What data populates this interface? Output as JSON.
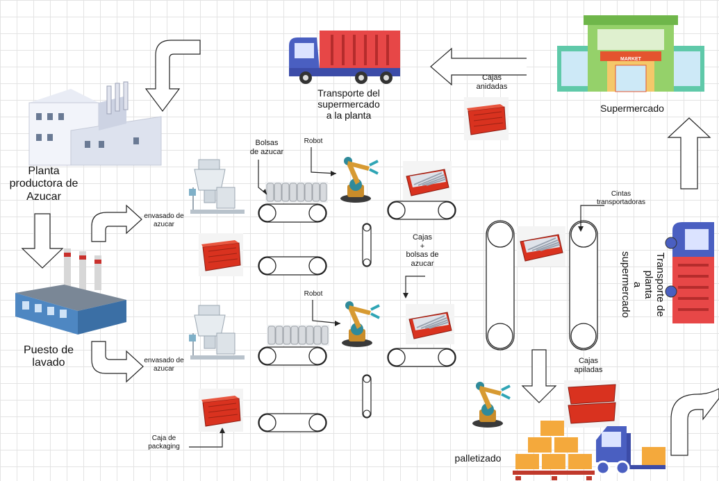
{
  "labels": {
    "planta": "Planta\nproductora de\nAzucar",
    "puesto": "Puesto de\nlavado",
    "envasado_top": "envasado de\nazucar",
    "envasado_bottom": "envasado de\nazucar",
    "bolsas": "Bolsas\nde azucar",
    "robot_top": "Robot",
    "robot_bottom": "Robot",
    "cajas_bolsas": "Cajas\n+\nbolsas de\nazucar",
    "cintas": "Cintas\ntransportadoras",
    "cajas_anidadas": "Cajas\nanidadas",
    "transporte_super_planta": "Transporte del\nsupermercado\na la planta",
    "supermercado": "Supermercado",
    "market_sign": "MARKET",
    "transporte_planta_super": "Transporte de\nplanta\na\nsupermercado",
    "cajas_apiladas": "Cajas\napiladas",
    "palletizado": "palletizado",
    "caja_packaging": "Caja de\npackaging"
  },
  "colors": {
    "crate_red": "#d9321f",
    "truck_blue": "#4a5fc1",
    "pallet_orange": "#f4a93c"
  },
  "icons": [
    "factory-icon",
    "wash-plant-icon",
    "hopper-machine-icon",
    "robot-arm-icon",
    "crate-icon",
    "truck-icon",
    "supermarket-icon",
    "forklift-icon",
    "pallet-boxes-icon",
    "conveyor-belt-icon",
    "arrow-icon"
  ]
}
